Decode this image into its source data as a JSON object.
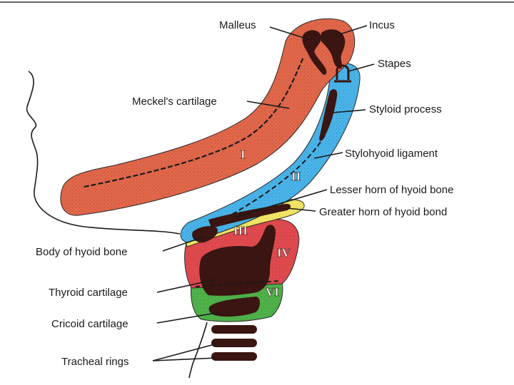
{
  "colors": {
    "arch1": "#e2674a",
    "arch2": "#49b4ea",
    "arch3": "#f4e765",
    "arch4": "#e14a4e",
    "arch6": "#4fb24a",
    "cartilage": "#3a1511",
    "outline": "#2a2a2a"
  },
  "labels": {
    "malleus": "Malleus",
    "incus": "Incus",
    "stapes": "Stapes",
    "meckels": "Meckel's cartilage",
    "styloid": "Styloid process",
    "stylohyoid": "Stylohyoid ligament",
    "lesser_horn": "Lesser horn of hyoid bone",
    "greater_horn": "Greater horn of hyoid bond",
    "body_hyoid": "Body of hyoid bone",
    "thyroid": "Thyroid cartilage",
    "cricoid": "Cricoid cartilage",
    "tracheal": "Tracheal rings"
  },
  "arches": {
    "i": "I",
    "ii": "II",
    "iii": "III",
    "iv": "IV",
    "vi": "VI"
  }
}
